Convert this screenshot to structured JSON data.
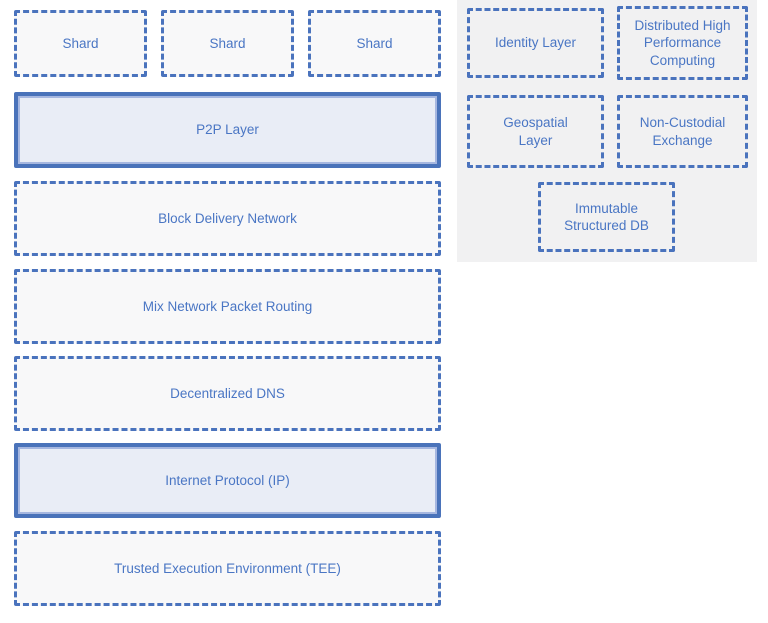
{
  "diagram": {
    "left_stack": {
      "shards": [
        {
          "label": "Shard"
        },
        {
          "label": "Shard"
        },
        {
          "label": "Shard"
        }
      ],
      "layers": [
        {
          "label": "P2P Layer",
          "style": "solid"
        },
        {
          "label": "Block Delivery Network",
          "style": "dashed"
        },
        {
          "label": "Mix Network Packet Routing",
          "style": "dashed"
        },
        {
          "label": "Decentralized DNS",
          "style": "dashed"
        },
        {
          "label": "Internet Protocol (IP)",
          "style": "solid"
        },
        {
          "label": "Trusted Execution Environment (TEE)",
          "style": "dashed"
        }
      ]
    },
    "right_panel": {
      "modules": [
        {
          "label": "Identity Layer"
        },
        {
          "label": "Distributed High Performance Computing"
        },
        {
          "label": "Geospatial Layer"
        },
        {
          "label": "Non-Custodial Exchange"
        },
        {
          "label": "Immutable Structured DB"
        }
      ]
    },
    "colors": {
      "border_blue": "#4a73bd",
      "text_blue": "#4a76c4",
      "solid_fill": "#e9edf6",
      "solid_inner_stroke": "#a6b7e0",
      "panel_gray": "#f1f1f2",
      "dashed_fill": "#f8f8f9",
      "page_background": "#ffffff"
    }
  }
}
